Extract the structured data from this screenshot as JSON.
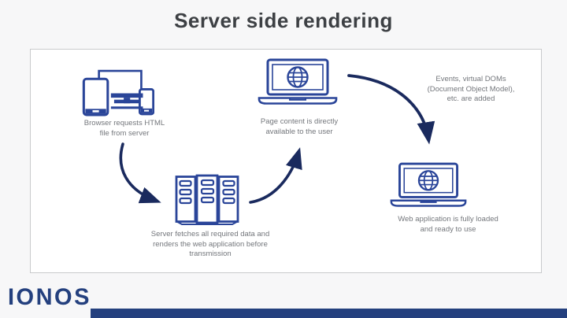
{
  "title": "Server side rendering",
  "brand": {
    "logo_text": "IONOS"
  },
  "colors": {
    "background": "#f7f7f8",
    "panel": "#ffffff",
    "panel_border": "#c9cacc",
    "title_text": "#3d4044",
    "label_text": "#74777c",
    "icon_blue": "#2a4599",
    "arrow_navy": "#1a2a5e",
    "logo_navy": "#24407e",
    "bottom_bar_navy": "#24407e"
  },
  "nodes": {
    "devices": {
      "icon": "multi-device-icon",
      "label": "Browser requests HTML\nfile from server"
    },
    "server": {
      "icon": "server-rack-icon",
      "label": "Server fetches all required data and\nrenders the web application before\ntransmission"
    },
    "laptop_ssr": {
      "icon": "laptop-globe-icon",
      "label": "Page content is directly\navailable to the user"
    },
    "annotation": {
      "label": "Events, virtual DOMs\n(Document Object Model),\netc. are added"
    },
    "laptop_final": {
      "icon": "laptop-globe-icon",
      "label": "Web application is fully loaded\nand ready to use"
    }
  },
  "flow": [
    "devices to server",
    "server to laptop_ssr",
    "laptop_ssr to laptop_final"
  ]
}
